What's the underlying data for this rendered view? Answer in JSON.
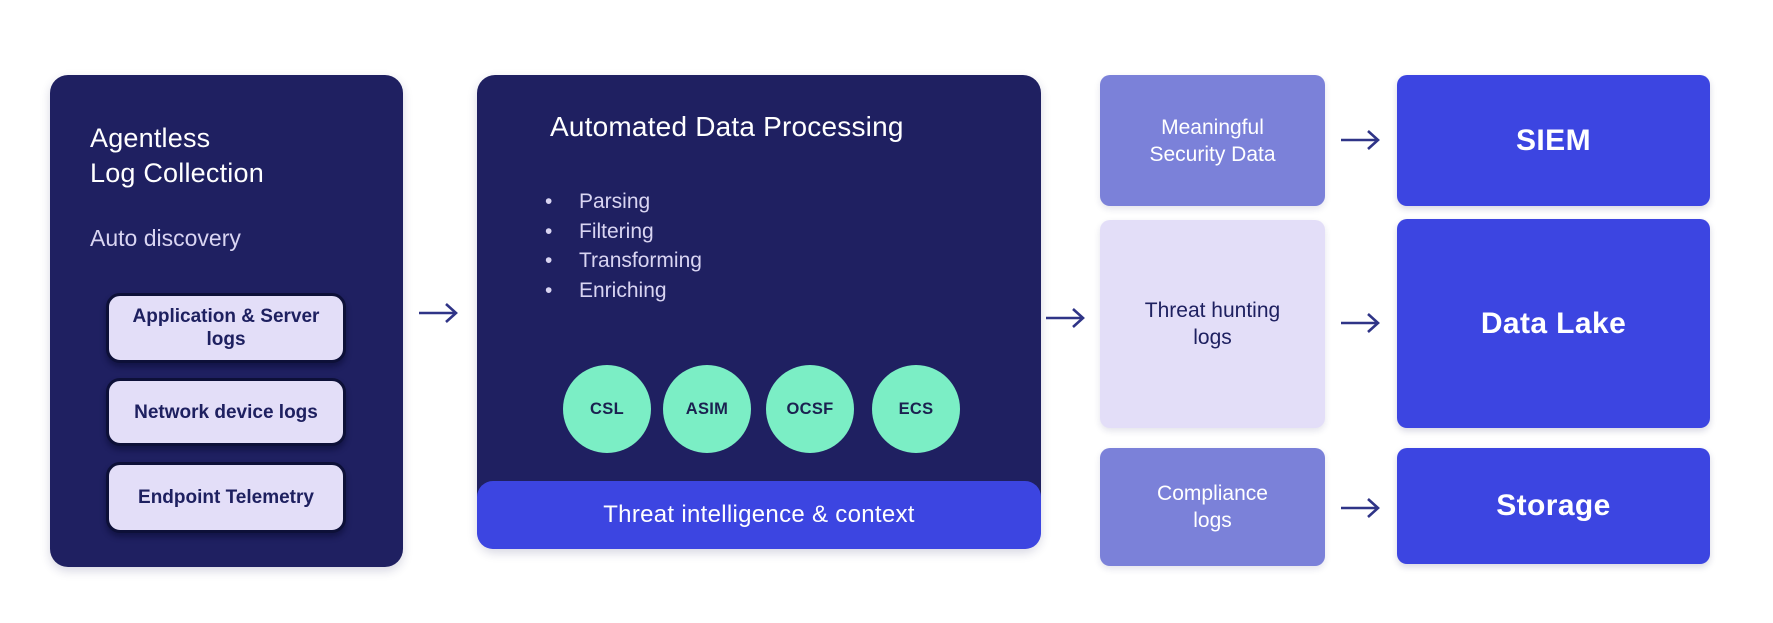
{
  "left_box": {
    "title_line1": "Agentless",
    "title_line2": "Log Collection",
    "subtitle": "Auto discovery",
    "items": [
      {
        "label": "Application & Server logs"
      },
      {
        "label": "Network device logs"
      },
      {
        "label": "Endpoint Telemetry"
      }
    ]
  },
  "processing_box": {
    "title": "Automated Data Processing",
    "bullets": [
      {
        "label": "Parsing"
      },
      {
        "label": "Filtering"
      },
      {
        "label": "Transforming"
      },
      {
        "label": "Enriching"
      }
    ],
    "schema_circles": [
      {
        "label": "CSL"
      },
      {
        "label": "ASIM"
      },
      {
        "label": "OCSF"
      },
      {
        "label": "ECS"
      }
    ],
    "banner": "Threat intelligence & context"
  },
  "outputs": [
    {
      "label": "Meaningful Security Data"
    },
    {
      "label": "Threat hunting logs"
    },
    {
      "label": "Compliance logs"
    }
  ],
  "destinations": [
    {
      "label": "SIEM"
    },
    {
      "label": "Data Lake"
    },
    {
      "label": "Storage"
    }
  ],
  "colors": {
    "navy": "#1f2061",
    "bright_blue": "#3c45e1",
    "periwinkle": "#7b81d9",
    "lavender": "#e3def8",
    "mint_green": "#7beec5",
    "arrow": "#2f3487",
    "muted_text": "#d9d5f2"
  }
}
